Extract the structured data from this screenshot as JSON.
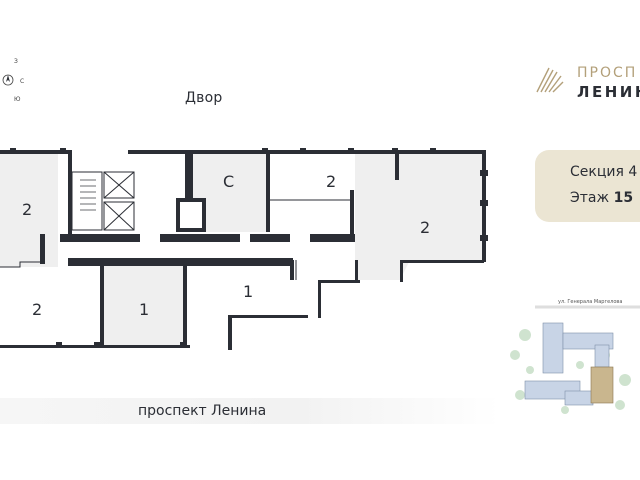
{
  "floorplan": {
    "yard_label": "Двор",
    "street_label": "проспект Ленина",
    "apartments": [
      {
        "id": "apt-2-left-top",
        "label": "2"
      },
      {
        "id": "apt-c",
        "label": "С"
      },
      {
        "id": "apt-2-top-mid",
        "label": "2"
      },
      {
        "id": "apt-2-right",
        "label": "2"
      },
      {
        "id": "apt-1-mid",
        "label": "1"
      },
      {
        "id": "apt-2-left-bottom",
        "label": "2"
      },
      {
        "id": "apt-1-bottom",
        "label": "1"
      }
    ]
  },
  "brand": {
    "line1": "ПРОСП",
    "line2": "ЛЕНИН"
  },
  "info": {
    "section_label": "Секция",
    "section_value": "4",
    "floor_label": "Этаж",
    "floor_value": "15"
  },
  "compass": {
    "north_letter": "С",
    "letters": [
      "З",
      "Ю"
    ]
  },
  "site_map": {
    "street_label": "ул. Генерала Маргелова"
  },
  "colors": {
    "wall": "#2b2e35",
    "unit_fill": "#efefef",
    "accent_gold": "#b3a07a",
    "card_bg": "#ebe5d3",
    "building_blue": "#c8d4e6",
    "building_highlight": "#c9b68e",
    "greenery": "#cfe3cf"
  }
}
